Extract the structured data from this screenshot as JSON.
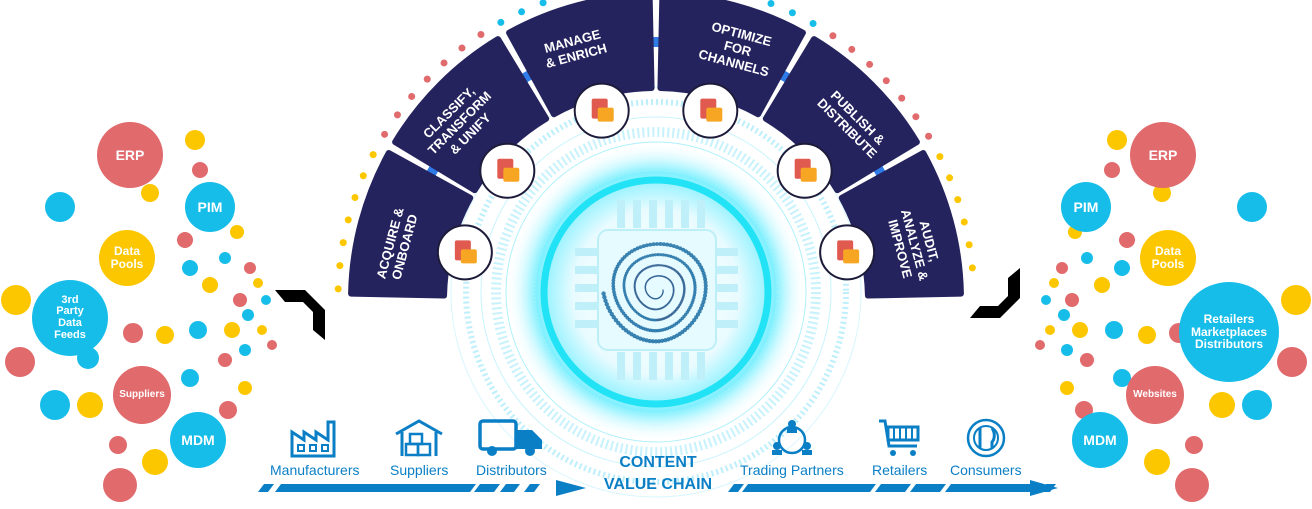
{
  "stages": [
    {
      "lines": [
        "ACQUIRE &",
        "ONBOARD"
      ],
      "icon": "handshake-icon"
    },
    {
      "lines": [
        "CLASSIFY,",
        "TRANSFORM",
        "& UNIFY"
      ],
      "icon": "folder-documents-icon"
    },
    {
      "lines": [
        "MANAGE",
        "& ENRICH"
      ],
      "icon": "gear-arrows-icon"
    },
    {
      "lines": [
        "OPTIMIZE",
        "FOR",
        "CHANNELS"
      ],
      "icon": "hand-gear-icon"
    },
    {
      "lines": [
        "PUBLISH &",
        "DISTRIBUTE"
      ],
      "icon": "folder-upload-icon"
    },
    {
      "lines": [
        "AUDIT,",
        "ANALYZE &",
        "IMPROVE"
      ],
      "icon": "document-search-icon"
    }
  ],
  "sources": [
    {
      "lines": [
        "ERP"
      ],
      "color": "red"
    },
    {
      "lines": [
        "PIM"
      ],
      "color": "cyan"
    },
    {
      "lines": [
        "Data",
        "Pools"
      ],
      "color": "yellow"
    },
    {
      "lines": [
        "3rd",
        "Party",
        "Data",
        "Feeds"
      ],
      "color": "cyan"
    },
    {
      "lines": [
        "Suppliers"
      ],
      "color": "red"
    },
    {
      "lines": [
        "MDM"
      ],
      "color": "cyan"
    }
  ],
  "destinations": [
    {
      "lines": [
        "ERP"
      ],
      "color": "red"
    },
    {
      "lines": [
        "PIM"
      ],
      "color": "cyan"
    },
    {
      "lines": [
        "Data",
        "Pools"
      ],
      "color": "yellow"
    },
    {
      "lines": [
        "Retailers",
        "Marketplaces",
        "Distributors"
      ],
      "color": "cyan"
    },
    {
      "lines": [
        "Websites"
      ],
      "color": "red"
    },
    {
      "lines": [
        "MDM"
      ],
      "color": "cyan"
    }
  ],
  "chain": {
    "left": [
      {
        "label": "Manufacturers",
        "icon": "factory-icon"
      },
      {
        "label": "Suppliers",
        "icon": "warehouse-icon"
      },
      {
        "label": "Distributors",
        "icon": "truck-icon"
      }
    ],
    "title_line1": "CONTENT",
    "title_line2": "VALUE CHAIN",
    "right": [
      {
        "label": "Trading Partners",
        "icon": "network-people-icon"
      },
      {
        "label": "Retailers",
        "icon": "shopping-cart-icon"
      },
      {
        "label": "Consumers",
        "icon": "plate-cutlery-icon"
      }
    ]
  },
  "colors": {
    "navy": "#25235e",
    "cyan": "#17bde9",
    "red": "#e06a6c",
    "yellow": "#fdc700",
    "blue": "#0a7fc6",
    "connector": "#2f7be8"
  }
}
